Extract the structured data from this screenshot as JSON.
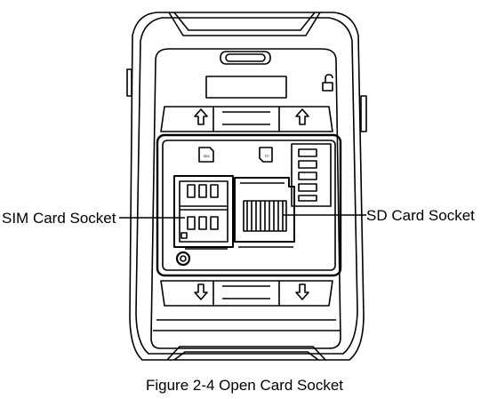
{
  "callouts": {
    "sim_card_socket": "SIM Card Socket",
    "sd_card_socket": "SD Card Socket"
  },
  "slot_marks": {
    "sim": "SIM",
    "tf": "TF"
  },
  "caption": "Figure 2-4 Open Card Socket",
  "icons": {
    "lock": "unlock-icon",
    "arrow_up": "arrow-up-icon",
    "arrow_down": "arrow-down-icon"
  },
  "colors": {
    "line": "#000000",
    "background": "#ffffff"
  }
}
